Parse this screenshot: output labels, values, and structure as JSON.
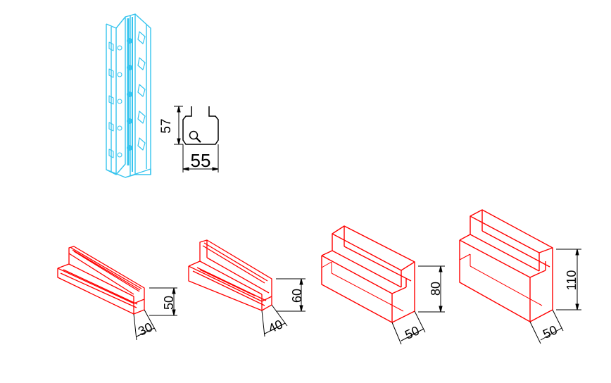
{
  "colors": {
    "upright": "#35c4ee",
    "beam": "#ff0000",
    "dimension": "#000000",
    "background": "#ffffff"
  },
  "upright_section": {
    "depth_label": "57",
    "width_label": "55"
  },
  "beams": [
    {
      "height_label": "50",
      "width_label": "30"
    },
    {
      "height_label": "60",
      "width_label": "40"
    },
    {
      "height_label": "80",
      "width_label": "50"
    },
    {
      "height_label": "110",
      "width_label": "50"
    }
  ]
}
